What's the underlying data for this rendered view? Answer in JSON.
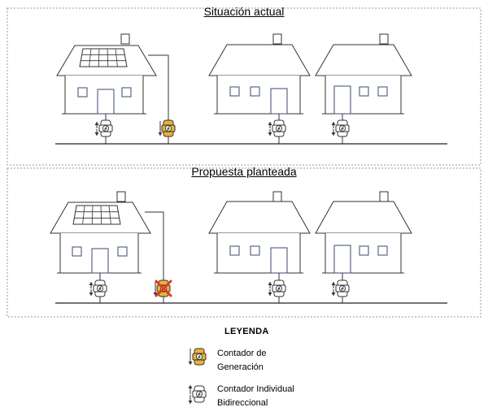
{
  "panels": [
    {
      "title": "Situación actual",
      "generation_meter": "active"
    },
    {
      "title": "Propuesta planteada",
      "generation_meter": "removed"
    }
  ],
  "legend": {
    "title": "LEYENDA",
    "items": [
      {
        "line1": "Contador de",
        "line2": "Generación",
        "icon": "generation-meter-icon"
      },
      {
        "line1": "Contador Individual",
        "line2": "Bidireccional",
        "icon": "bidirectional-meter-icon"
      }
    ]
  },
  "colors": {
    "line": "#222222",
    "window_frame": "#4a5a7a",
    "panel_border": "#9a9a9a",
    "generation_meter": "#e8b33a",
    "bidirectional_meter": "#ffffff",
    "removed_cross": "#e03b1f"
  }
}
